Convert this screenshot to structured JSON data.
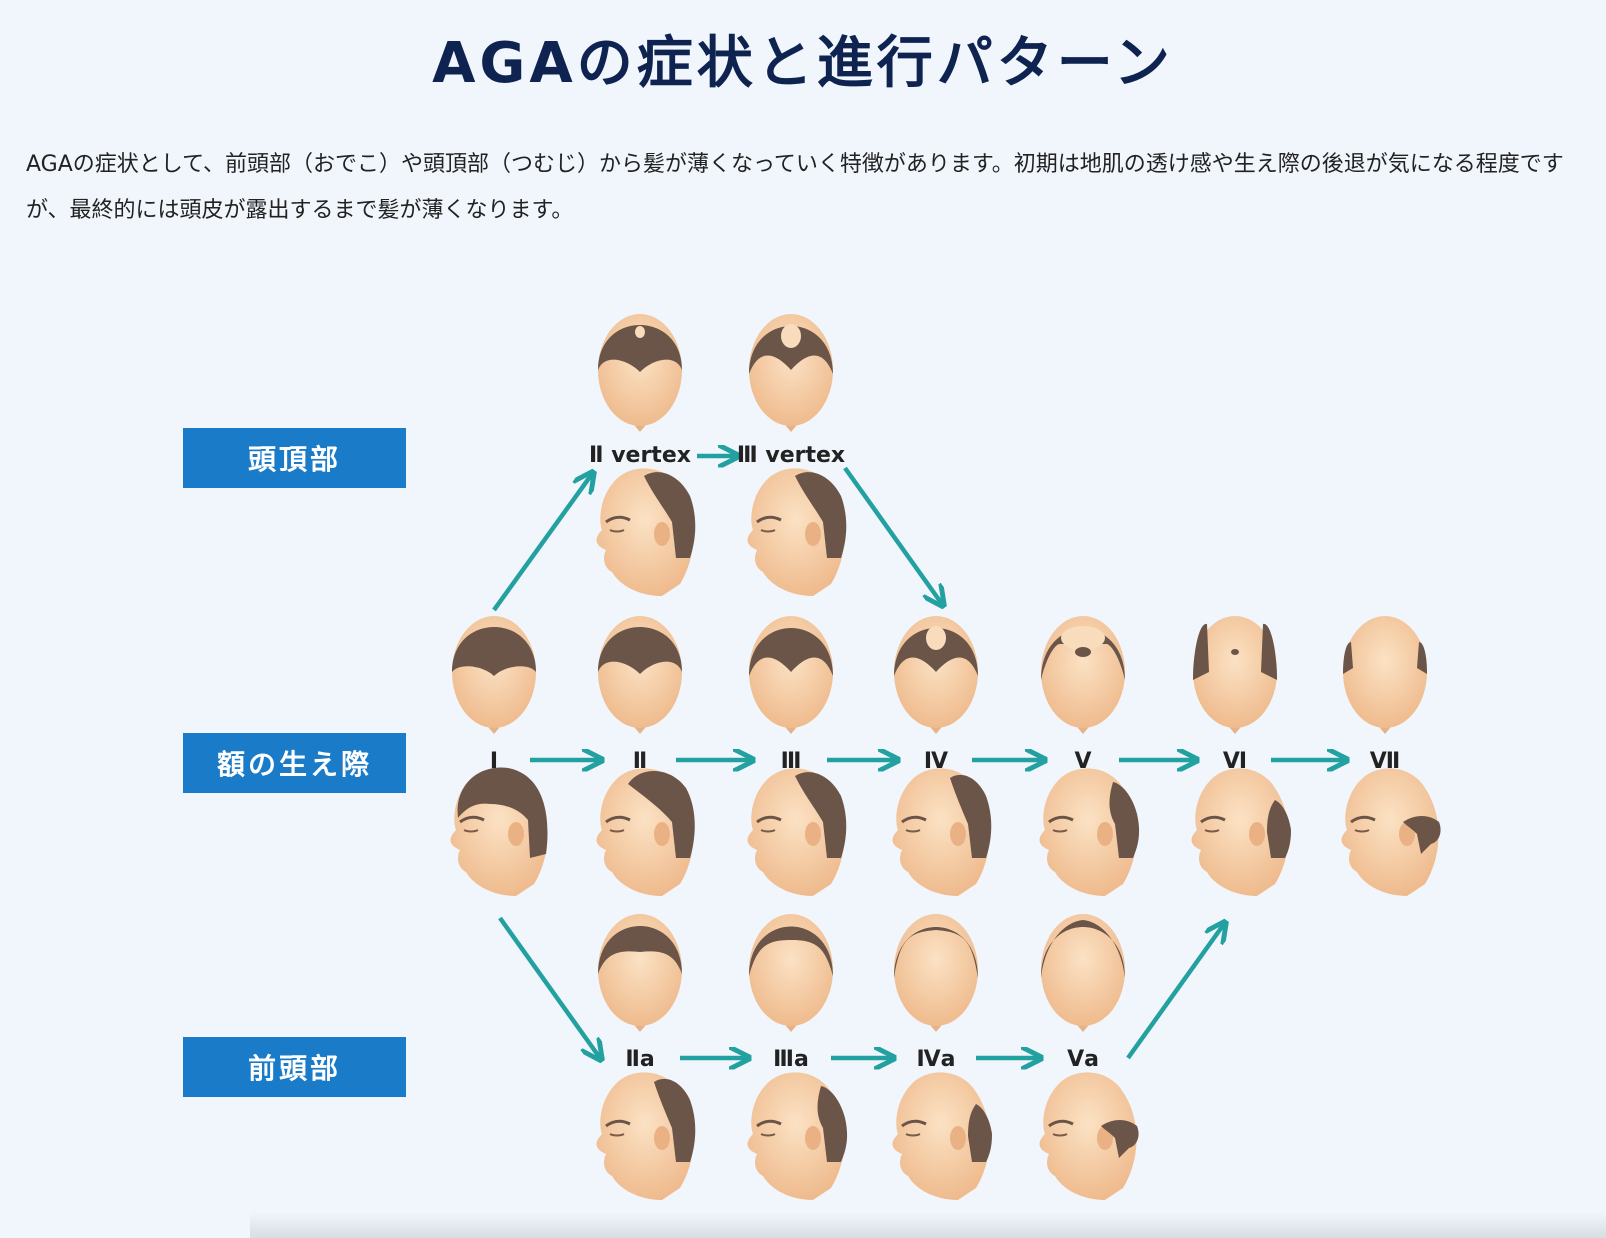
{
  "page": {
    "title": "AGAの症状と進行パターン",
    "intro": "AGAの症状として、前頭部（おでこ）や頭頂部（つむじ）から髪が薄くなっていく特徴があります。初期は地肌の透け感や生え際の後退が気になる程度ですが、最終的には頭皮が露出するまで髪が薄くなります。"
  },
  "categories": {
    "vertex": "頭頂部",
    "hairline": "額の生え際",
    "frontal": "前頭部"
  },
  "stages": {
    "vertex": [
      "Ⅱ vertex",
      "Ⅲ vertex"
    ],
    "main": [
      "Ⅰ",
      "Ⅱ",
      "Ⅲ",
      "Ⅳ",
      "Ⅴ",
      "Ⅵ",
      "Ⅶ"
    ],
    "frontal": [
      "Ⅱa",
      "Ⅲa",
      "Ⅳa",
      "Ⅴa"
    ]
  },
  "colors": {
    "hair": "#6b5548",
    "skin": "#f3c9a0",
    "arrow": "#23a0a0",
    "category_box": "#1a7bc8",
    "title": "#0f2350"
  }
}
